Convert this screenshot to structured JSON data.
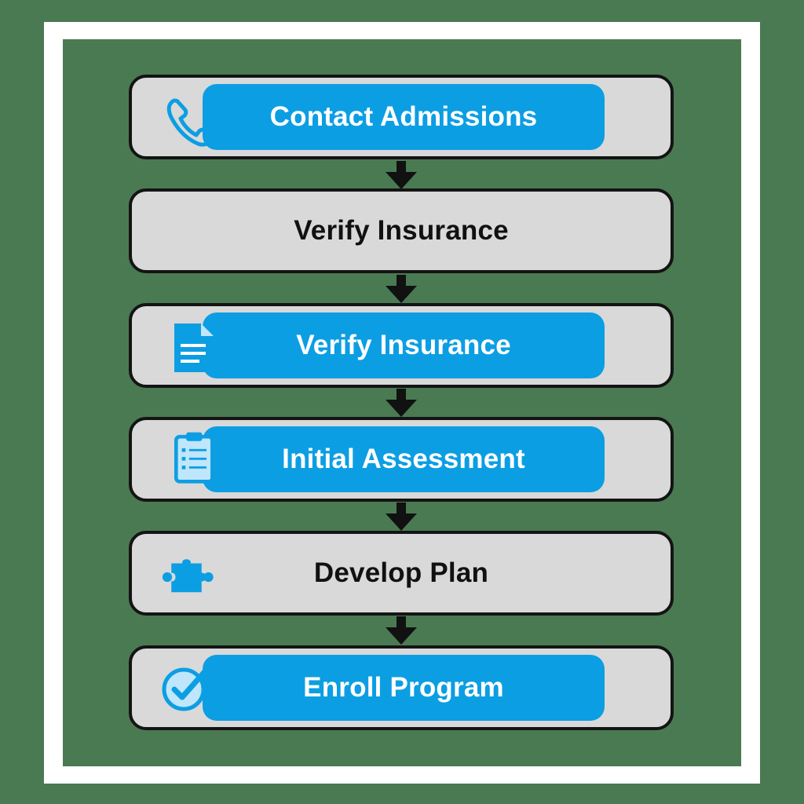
{
  "colors": {
    "background": "#4a7a52",
    "frame": "#ffffff",
    "step_fill": "#d9d9d9",
    "step_border": "#141414",
    "accent": "#0c9ee3",
    "arrow": "#111111"
  },
  "steps": [
    {
      "label": "Contact Admissions",
      "icon": "phone-icon",
      "highlighted": true
    },
    {
      "label": "Verify Insurance",
      "icon": "",
      "highlighted": false
    },
    {
      "label": "Verify Insurance",
      "icon": "document-icon",
      "highlighted": true
    },
    {
      "label": "Initial Assessment",
      "icon": "clipboard-icon",
      "highlighted": true
    },
    {
      "label": "Develop Plan",
      "icon": "puzzle-icon",
      "highlighted": false
    },
    {
      "label": "Enroll Program",
      "icon": "check-circle-icon",
      "highlighted": true
    }
  ]
}
